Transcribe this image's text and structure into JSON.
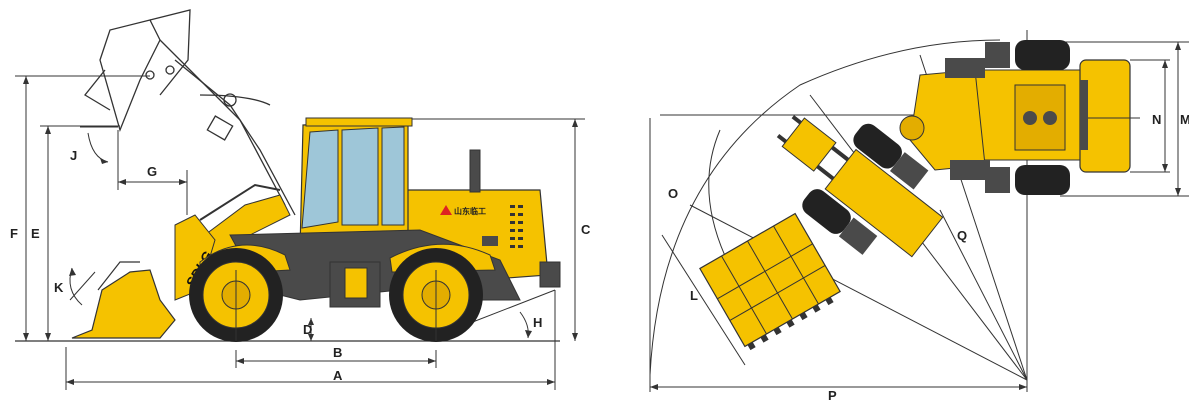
{
  "side_view": {
    "labels": {
      "F": "F",
      "E": "E",
      "J": "J",
      "G": "G",
      "K": "K",
      "D": "D",
      "B": "B",
      "A": "A",
      "C": "C",
      "H": "H"
    },
    "logo_text": "SDLG",
    "brand_text": "山东临工"
  },
  "top_view": {
    "labels": {
      "N": "N",
      "M": "M",
      "O": "O",
      "Q": "Q",
      "L": "L",
      "P": "P"
    }
  },
  "colors": {
    "body_yellow": "#f5c200",
    "dark_gray": "#4a4a4a",
    "tire_black": "#222222",
    "line": "#333333"
  }
}
